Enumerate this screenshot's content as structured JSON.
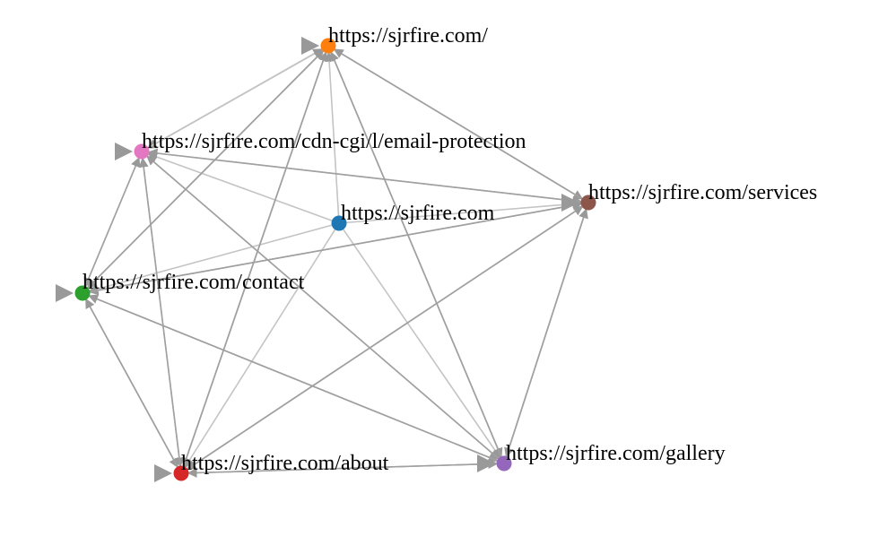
{
  "graph": {
    "nodes": [
      {
        "id": "root_slash",
        "label": "https://sjrfire.com/",
        "color": "#ff7f0e"
      },
      {
        "id": "email",
        "label": "https://sjrfire.com/cdn-cgi/l/email-protection",
        "color": "#e377c2"
      },
      {
        "id": "root",
        "label": "https://sjrfire.com",
        "color": "#1f77b4"
      },
      {
        "id": "services",
        "label": "https://sjrfire.com/services",
        "color": "#8c564b"
      },
      {
        "id": "contact",
        "label": "https://sjrfire.com/contact",
        "color": "#2ca02c"
      },
      {
        "id": "about",
        "label": "https://sjrfire.com/about",
        "color": "#d62728"
      },
      {
        "id": "gallery",
        "label": "https://sjrfire.com/gallery",
        "color": "#9467bd"
      }
    ],
    "edges": [
      {
        "source": "root",
        "target": "root_slash"
      },
      {
        "source": "root",
        "target": "email"
      },
      {
        "source": "root",
        "target": "services"
      },
      {
        "source": "root",
        "target": "contact"
      },
      {
        "source": "root",
        "target": "about"
      },
      {
        "source": "root",
        "target": "gallery"
      },
      {
        "source": "root_slash",
        "target": "email"
      },
      {
        "source": "root_slash",
        "target": "services"
      },
      {
        "source": "root_slash",
        "target": "contact"
      },
      {
        "source": "root_slash",
        "target": "about"
      },
      {
        "source": "root_slash",
        "target": "gallery"
      },
      {
        "source": "root_slash",
        "target": "root_slash"
      },
      {
        "source": "email",
        "target": "root_slash"
      },
      {
        "source": "email",
        "target": "services"
      },
      {
        "source": "email",
        "target": "contact"
      },
      {
        "source": "email",
        "target": "about"
      },
      {
        "source": "email",
        "target": "gallery"
      },
      {
        "source": "email",
        "target": "email"
      },
      {
        "source": "services",
        "target": "root_slash"
      },
      {
        "source": "services",
        "target": "email"
      },
      {
        "source": "services",
        "target": "contact"
      },
      {
        "source": "services",
        "target": "about"
      },
      {
        "source": "services",
        "target": "gallery"
      },
      {
        "source": "services",
        "target": "services"
      },
      {
        "source": "contact",
        "target": "root_slash"
      },
      {
        "source": "contact",
        "target": "email"
      },
      {
        "source": "contact",
        "target": "services"
      },
      {
        "source": "contact",
        "target": "about"
      },
      {
        "source": "contact",
        "target": "gallery"
      },
      {
        "source": "contact",
        "target": "contact"
      },
      {
        "source": "about",
        "target": "root_slash"
      },
      {
        "source": "about",
        "target": "email"
      },
      {
        "source": "about",
        "target": "services"
      },
      {
        "source": "about",
        "target": "contact"
      },
      {
        "source": "about",
        "target": "gallery"
      },
      {
        "source": "about",
        "target": "about"
      },
      {
        "source": "gallery",
        "target": "root_slash"
      },
      {
        "source": "gallery",
        "target": "email"
      },
      {
        "source": "gallery",
        "target": "services"
      },
      {
        "source": "gallery",
        "target": "contact"
      },
      {
        "source": "gallery",
        "target": "about"
      },
      {
        "source": "gallery",
        "target": "gallery"
      }
    ],
    "edge_color": "#a0a0a0",
    "edge_color_light": "#c4c4c4",
    "arrow_color": "#999999"
  }
}
